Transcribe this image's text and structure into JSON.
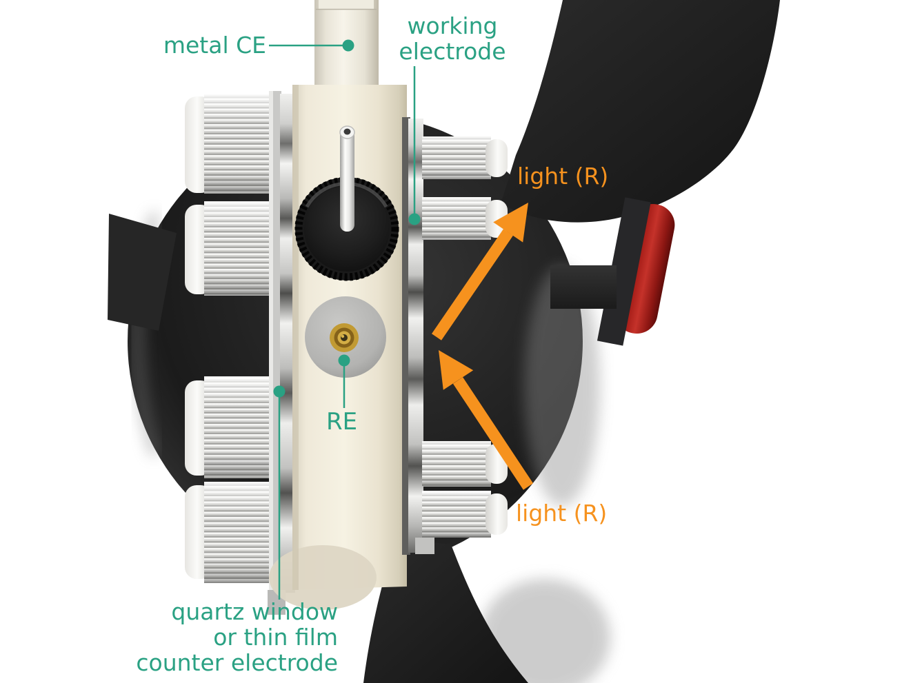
{
  "figure_type": "labeled-apparatus-diagram",
  "subject": "photoelectrochemical cell with spherical flask, electrodes and light path",
  "colors": {
    "teal": "#2aa183",
    "orange": "#f6921e",
    "valve-red": "#b32421",
    "cell-cream": "#f2ecdc",
    "glass-black": "#232323",
    "background": "#ffffff"
  },
  "labels": {
    "metal_ce": "metal CE",
    "working_electrode_line1": "working",
    "working_electrode_line2": "electrode",
    "light_top": "light (R)",
    "light_bottom": "light (R)",
    "re": "RE",
    "counter_line1": "quartz window",
    "counter_line2": "or thin film",
    "counter_line3": "counter electrode"
  }
}
